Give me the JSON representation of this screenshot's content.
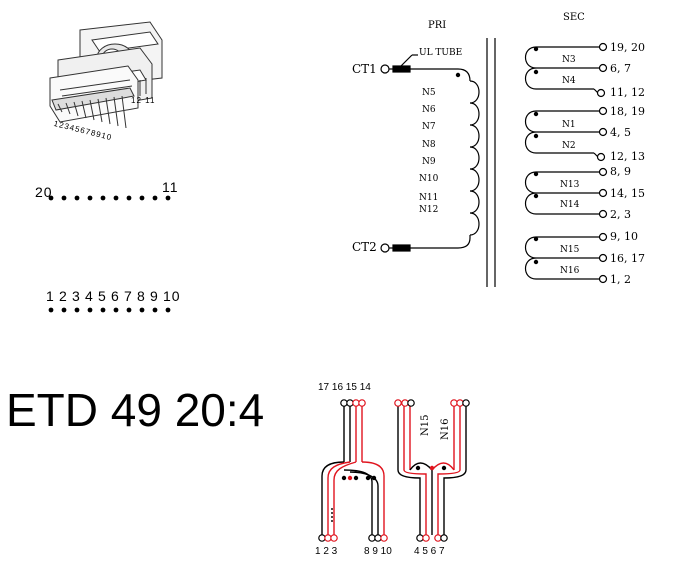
{
  "bobbin": {
    "pin_labels_front": "12345678910",
    "pin_labels_side": "12 11"
  },
  "pin_diagram": {
    "top_left_label": "20",
    "top_right_label": "11",
    "bottom_labels": [
      "1",
      "2",
      "3",
      "4",
      "5",
      "6",
      "7",
      "8",
      "9",
      "10"
    ]
  },
  "title": "ETD 49 20:4",
  "schematic": {
    "pri_label": "PRI",
    "sec_label": "SEC",
    "ul_tube_label": "UL TUBE",
    "ct1_label": "CT1",
    "ct2_label": "CT2",
    "primary_windings": [
      "N5",
      "N6",
      "N7",
      "N8",
      "N9",
      "N10",
      "N11",
      "N12"
    ],
    "secondary_groups": [
      {
        "windings": [
          "N3",
          "N4"
        ],
        "pins": [
          "19, 20",
          "6, 7",
          "11, 12"
        ]
      },
      {
        "windings": [
          "N1",
          "N2"
        ],
        "pins": [
          "18, 19",
          "4, 5",
          "12, 13"
        ]
      },
      {
        "windings": [
          "N13",
          "N14"
        ],
        "pins": [
          "8, 9",
          "14, 15",
          "2, 3"
        ]
      },
      {
        "windings": [
          "N15",
          "N16"
        ],
        "pins": [
          "9, 10",
          "16, 17",
          "1, 2"
        ]
      }
    ]
  },
  "wiring": {
    "top_pins": "17 16 15 14",
    "n15_label": "N15",
    "n16_label": "N16",
    "bottom_left_pins": "1 2 3",
    "bottom_mid_pins": "8 9 10",
    "bottom_right_pins": "4 5 6 7",
    "colors": {
      "red": "#e0141e",
      "black": "#000000"
    }
  }
}
